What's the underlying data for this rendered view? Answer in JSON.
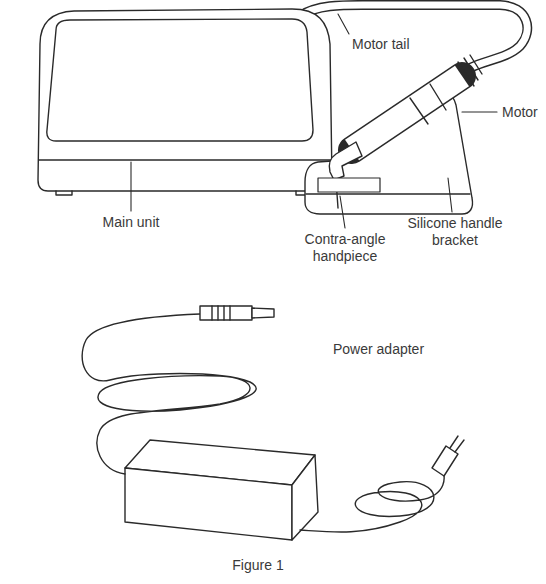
{
  "diagram": {
    "caption": "Figure 1",
    "labels": [
      "Motor tail",
      "Motor",
      "Main unit",
      "Contra-angle handpiece",
      "Silicone handle bracket",
      "Power adapter"
    ]
  }
}
